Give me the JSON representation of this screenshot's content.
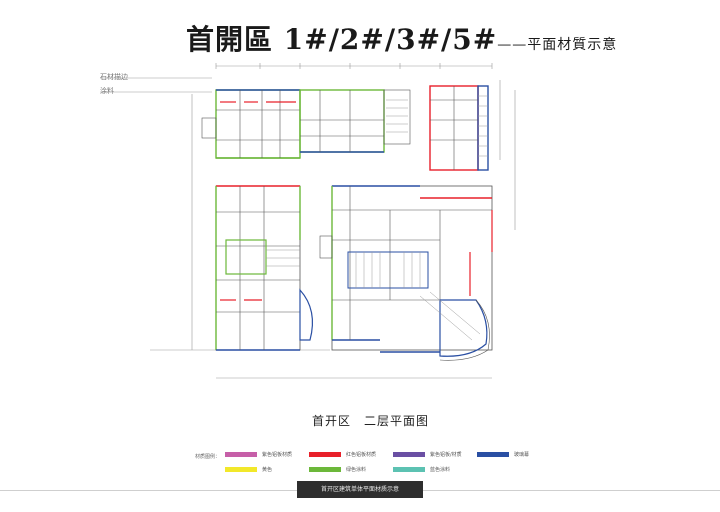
{
  "title": {
    "main": "首開區 1#/2#/3#/5#",
    "suffix": "——平面材質示意"
  },
  "notes": {
    "note1": "石材描边",
    "note2": "涂料"
  },
  "subtitle": "首开区　二层平面图",
  "legend": {
    "label": "材质图例：",
    "items": [
      {
        "text": "紫色铝板材质",
        "color": "#c65fa8"
      },
      {
        "text": "红色铝板材质",
        "color": "#e8202a"
      },
      {
        "text": "紫色铝板/材质",
        "color": "#6a4fa3"
      },
      {
        "text": "玻璃幕",
        "color": "#2a4fa3"
      },
      {
        "text": "黄色",
        "color": "#f2e82a"
      },
      {
        "text": "绿色涂料",
        "color": "#6cb83a"
      },
      {
        "text": "蓝色涂料",
        "color": "#5cc2b2"
      }
    ]
  },
  "footer": "首开区建筑单体平面材质示意"
}
